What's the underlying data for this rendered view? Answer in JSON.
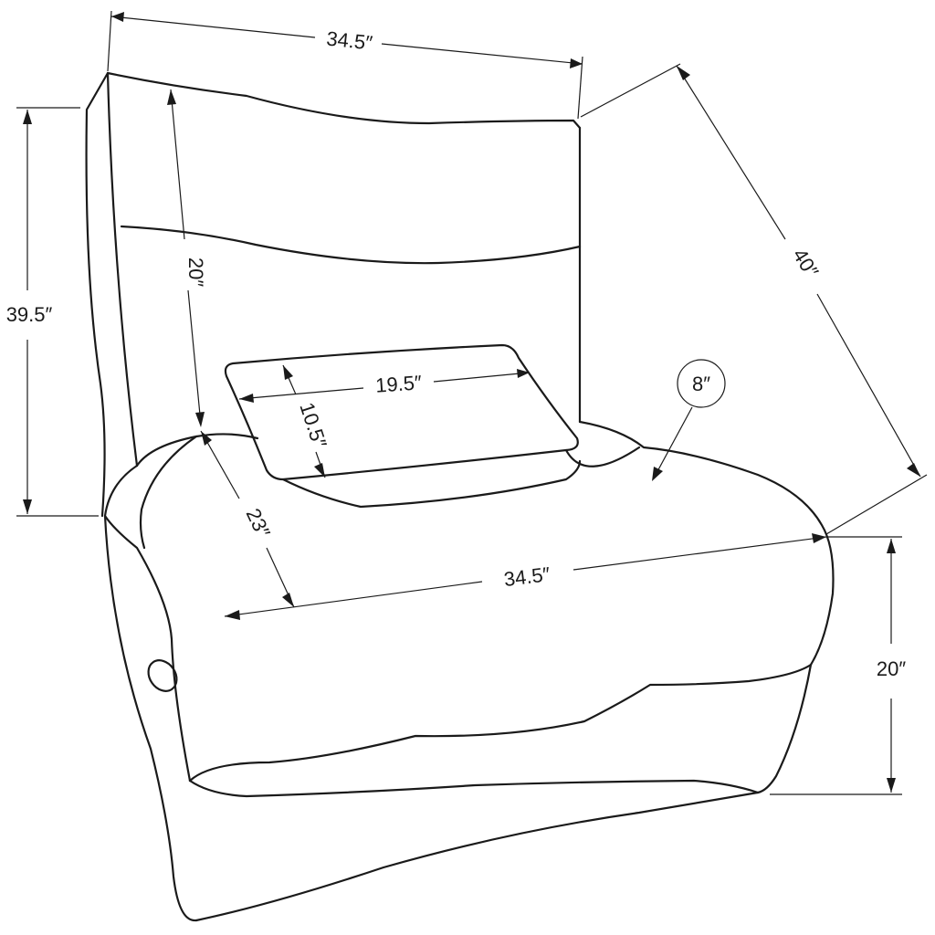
{
  "dimensions": {
    "top_width": "34.5″",
    "overall_height": "39.5″",
    "back_height": "20″",
    "diagonal_depth": "40″",
    "pillow_width": "19.5″",
    "pillow_height": "10.5″",
    "seat_depth": "23″",
    "seat_width": "34.5″",
    "seat_height": "20″",
    "cushion_thickness": "8″"
  },
  "colors": {
    "line": "#1a1a1a",
    "background": "#ffffff"
  }
}
